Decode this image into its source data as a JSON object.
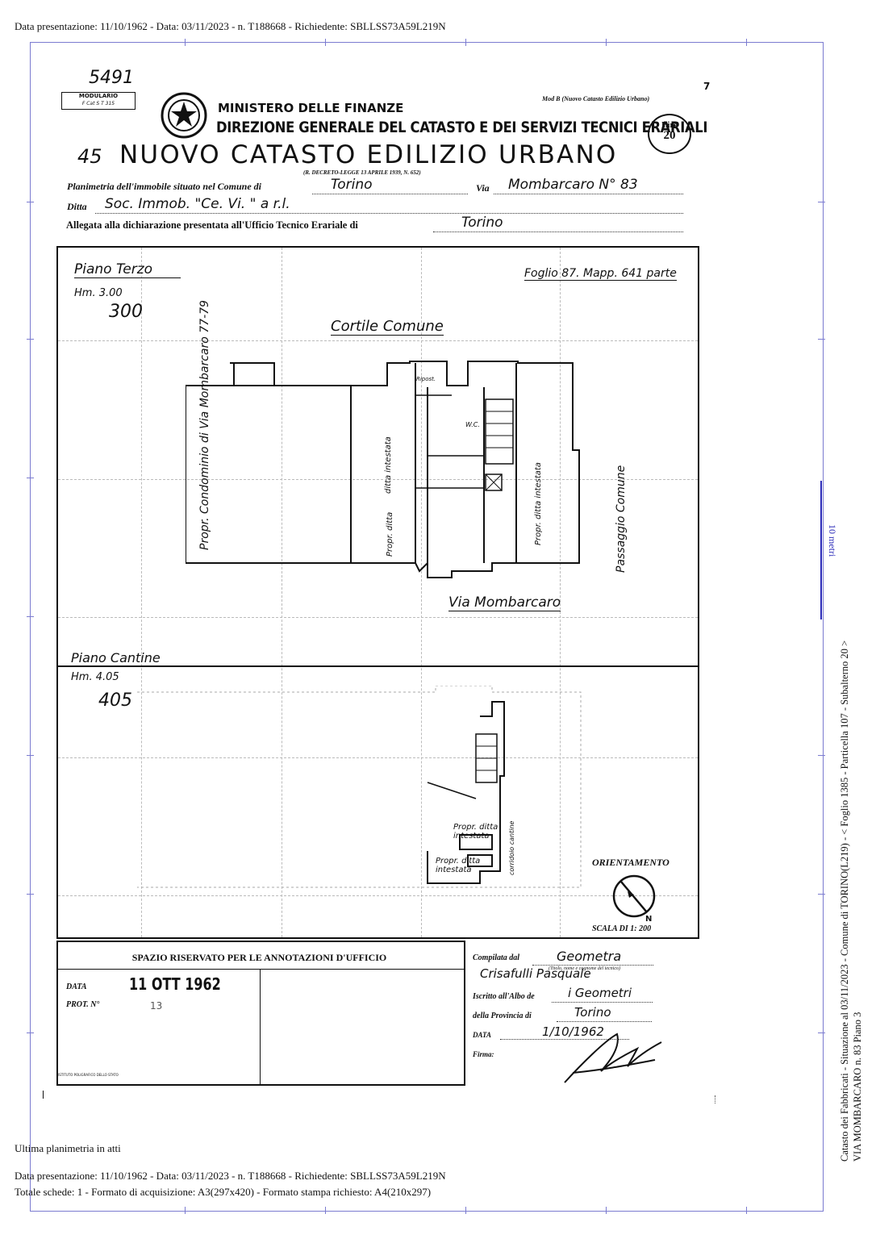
{
  "header_line": "Data presentazione: 11/10/1962 - Data: 03/11/2023 - n. T188668 - Richiedente: SBLLSS73A59L219N",
  "footer": {
    "last_plan": "Ultima planimetria in atti",
    "line1": "Data presentazione: 11/10/1962 - Data: 03/11/2023 - n. T188668 - Richiedente: SBLLSS73A59L219N",
    "line2": "Totale schede: 1 - Formato di acquisizione: A3(297x420)  - Formato stampa richiesto: A4(210x297)"
  },
  "side": {
    "line1": "Catasto dei Fabbricati - Situazione al 03/11/2023 - Comune di TORINO(L219) - < Foglio 1385 - Particella  107 - Subalterno 20 >",
    "line2": "VIA MOMBARCARO n. 83 Piano 3",
    "scale": "10 metri"
  },
  "form": {
    "handwritten_number": "5491",
    "modulario": "MODULARIO",
    "modulario_code": "F  Cat S T  315",
    "ministry": "MINISTERO DELLE FINANZE",
    "direzione": "DIREZIONE GENERALE DEL CATASTO E DEI SERVIZI TECNICI ERARIALI",
    "mod": "Mod B (Nuovo Catasto Edilizio Urbano)",
    "page_no": "7",
    "lire": "Lire",
    "lire_value": "20",
    "title_prefix": "45",
    "title": "NUOVO CATASTO EDILIZIO URBANO",
    "decree": "(R. DECRETO-LEGGE 13 APRILE 1939, N. 652)",
    "planimetria_label": "Planimetria dell'immobile situato nel Comune di",
    "comune": "Torino",
    "via_label": "Via",
    "via": "Mombarcaro N° 83",
    "ditta_label": "Ditta",
    "ditta": "Soc. Immob. \"Ce. Vi. \" a r.l.",
    "allegata_label": "Allegata alla dichiarazione presentata all'Ufficio Tecnico Erariale di",
    "ufficio": "Torino"
  },
  "plan": {
    "piano_terzo": "Piano Terzo",
    "hm_terzo": "Hm. 3.00",
    "hm_terzo_hand": "300",
    "foglio": "Foglio 87. Mapp. 641 parte",
    "cortile": "Cortile Comune",
    "condominio": "Propr. Condominio di Via Mombarcaro 77-79",
    "ditta_intestata": "ditta intestata",
    "propr_ditta": "Propr. ditta",
    "propr_ditta_intestata": "Propr. ditta intestata",
    "passaggio": "Passaggio Comune",
    "wc": "W.C.",
    "ripostiglio": "Ripost.",
    "via_mombarcaro": "Via Mombarcaro",
    "piano_cantine": "Piano Cantine",
    "hm_cantine": "Hm. 4.05",
    "hm_cantine_hand": "405",
    "cantine_propr1": "Propr. ditta intestata",
    "cantine_propr2": "Propr. ditta intestata",
    "corridoio": "corridoio cantine",
    "orientamento": "ORIENTAMENTO",
    "north": "N",
    "scala": "SCALA DI 1: 200"
  },
  "office": {
    "title": "SPAZIO RISERVATO PER LE ANNOTAZIONI D'UFFICIO",
    "data_label": "DATA",
    "data_value": "11 OTT 1962",
    "prot_label": "PROT. N°",
    "prot_value": "13",
    "printer": "ISTITUTO POLIGRAFICO DELLO STATO"
  },
  "compiled": {
    "compilata_label": "Compilata dal",
    "compilata_value": "Geometra",
    "name": "Crisafulli Pasquale",
    "name_note": "(Titolo, nome e cognome del tecnico)",
    "iscritto_label": "Iscritto all'Albo de",
    "iscritto_value": "i Geometri",
    "provincia_label": "della Provincia di",
    "provincia_value": "Torino",
    "data_label": "DATA",
    "data_value": "1/10/1962",
    "firma_label": "Firma:"
  }
}
